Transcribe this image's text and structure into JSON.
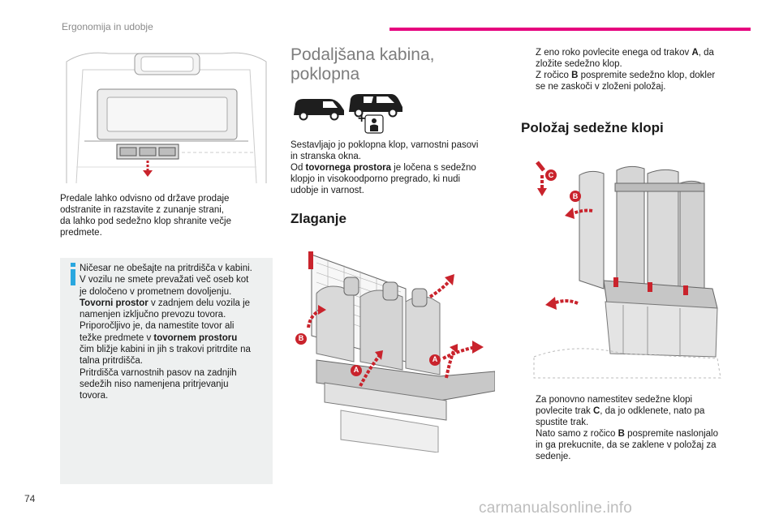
{
  "header": {
    "section_title": "Ergonomija in udobje"
  },
  "left": {
    "paragraph_lines": [
      "Predale lahko odvisno od države prodaje",
      "odstranite in razstavite z zunanje strani,",
      "da lahko pod sedežno klop shranite večje",
      "predmete."
    ],
    "info_lines": [
      {
        "parts": [
          {
            "t": "Ničesar ne obešajte na pritrdišča v kabini."
          }
        ]
      },
      {
        "parts": [
          {
            "t": "V vozilu ne smete prevažati več oseb kot"
          }
        ]
      },
      {
        "parts": [
          {
            "t": "je določeno v prometnem dovoljenju."
          }
        ]
      },
      {
        "parts": [
          {
            "t": "Tovorni prostor",
            "b": true
          },
          {
            "t": " v zadnjem delu vozila je"
          }
        ]
      },
      {
        "parts": [
          {
            "t": "namenjen izključno prevozu tovora."
          }
        ]
      },
      {
        "parts": [
          {
            "t": "Priporočljivo je, da namestite tovor ali"
          }
        ]
      },
      {
        "parts": [
          {
            "t": "težke predmete v "
          },
          {
            "t": "tovornem prostoru",
            "b": true
          }
        ]
      },
      {
        "parts": [
          {
            "t": "čim bližje kabini in jih s trakovi pritrdite na"
          }
        ]
      },
      {
        "parts": [
          {
            "t": "talna pritrdišča."
          }
        ]
      },
      {
        "parts": [
          {
            "t": "Pritrdišča varnostnih pasov na zadnjih"
          }
        ]
      },
      {
        "parts": [
          {
            "t": "sedežih niso namenjena pritrjevanju"
          }
        ]
      },
      {
        "parts": [
          {
            "t": "tovora."
          }
        ]
      }
    ]
  },
  "middle": {
    "title_line1": "Podaljšana kabina,",
    "title_line2": "poklopna",
    "plus_sign": "+",
    "intro_lines": [
      {
        "parts": [
          {
            "t": "Sestavljajo jo poklopna klop, varnostni pasovi"
          }
        ]
      },
      {
        "parts": [
          {
            "t": "in stranska okna."
          }
        ]
      },
      {
        "parts": [
          {
            "t": "Od "
          },
          {
            "t": "tovornega prostora",
            "b": true
          },
          {
            "t": " je ločena s sedežno"
          }
        ]
      },
      {
        "parts": [
          {
            "t": "klopjo in visokoodporno pregrado, ki nudi"
          }
        ]
      },
      {
        "parts": [
          {
            "t": "udobje in varnost."
          }
        ]
      }
    ],
    "folding_heading": "Zlaganje",
    "label_b": "B",
    "label_a1": "A",
    "label_a2": "A"
  },
  "right": {
    "top_bullets": [
      {
        "marker": "",
        "lines": [
          [
            {
              "t": "Z eno roko povlecite enega od trakov "
            },
            {
              "t": "A",
              "b": true
            },
            {
              "t": ", da"
            }
          ],
          [
            {
              "t": "zložite sedežno klop."
            }
          ]
        ]
      },
      {
        "marker": "",
        "lines": [
          [
            {
              "t": "Z ročico "
            },
            {
              "t": "B",
              "b": true
            },
            {
              "t": " pospremite sedežno klop, dokler"
            }
          ],
          [
            {
              "t": "se ne zaskoči v zloženi položaj."
            }
          ]
        ]
      }
    ],
    "position_heading": "Položaj sedežne klopi",
    "label_c": "C",
    "label_b": "B",
    "bottom_bullets": [
      {
        "marker": "",
        "lines": [
          [
            {
              "t": "Za ponovno namestitev sedežne klopi"
            }
          ],
          [
            {
              "t": "povlecite trak "
            },
            {
              "t": "C",
              "b": true
            },
            {
              "t": ", da jo odklenete, nato pa"
            }
          ],
          [
            {
              "t": "spustite trak."
            }
          ]
        ]
      },
      {
        "marker": "",
        "lines": [
          [
            {
              "t": "Nato samo z ročico "
            },
            {
              "t": "B",
              "b": true
            },
            {
              "t": " pospremite naslonjalo"
            }
          ],
          [
            {
              "t": "in ga prekucnite, da se zaklene v položaj za"
            }
          ],
          [
            {
              "t": "sedenje."
            }
          ]
        ]
      }
    ]
  },
  "footer": {
    "page_number": "74",
    "watermark": "carmanualsonline.info"
  },
  "colors": {
    "accent": "#e6007e",
    "arrow_red": "#c9232c",
    "info_blue": "#2aa7df",
    "info_bg": "#eef0f0"
  }
}
